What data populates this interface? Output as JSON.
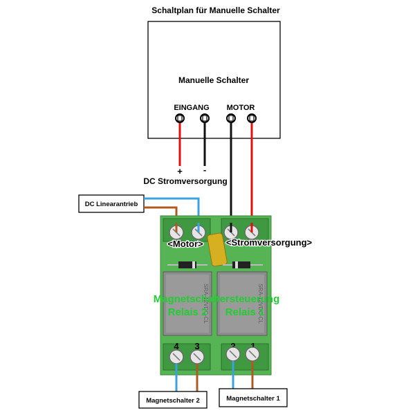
{
  "title": "Schaltplan für Manuelle Schalter",
  "switch_box": {
    "label": "Manuelle Schalter",
    "terminal_group_left": "EINGANG",
    "terminal_group_right": "MOTOR"
  },
  "power": {
    "plus": "+",
    "minus": "-",
    "label": "DC Stromversorgung"
  },
  "actuator_label": "DC Linearantrieb",
  "board": {
    "motor_label": "<Motor>",
    "power_label": "<Stromversorgung>",
    "overlay_line1": "Magnetschaltersteuerung",
    "overlay_line2_left": "Relais 2",
    "overlay_line2_right": "Relais 1",
    "relay_print_left": "SRA-12VDC-CL",
    "relay_print_right": "SRA-12VDC-CL",
    "terminal_numbers": [
      "4",
      "3",
      "2",
      "1"
    ]
  },
  "magnet_switch_2": "Magnetschalter 2",
  "magnet_switch_1": "Magnetschalter 1",
  "colors": {
    "red_wire": "#e01010",
    "black_wire": "#111111",
    "blue_wire": "#3aa2e0",
    "brown_wire": "#b05a20",
    "board_green": "#56b455",
    "overlay_green": "#22cc33",
    "relay_grey": "#8c8c8c"
  }
}
